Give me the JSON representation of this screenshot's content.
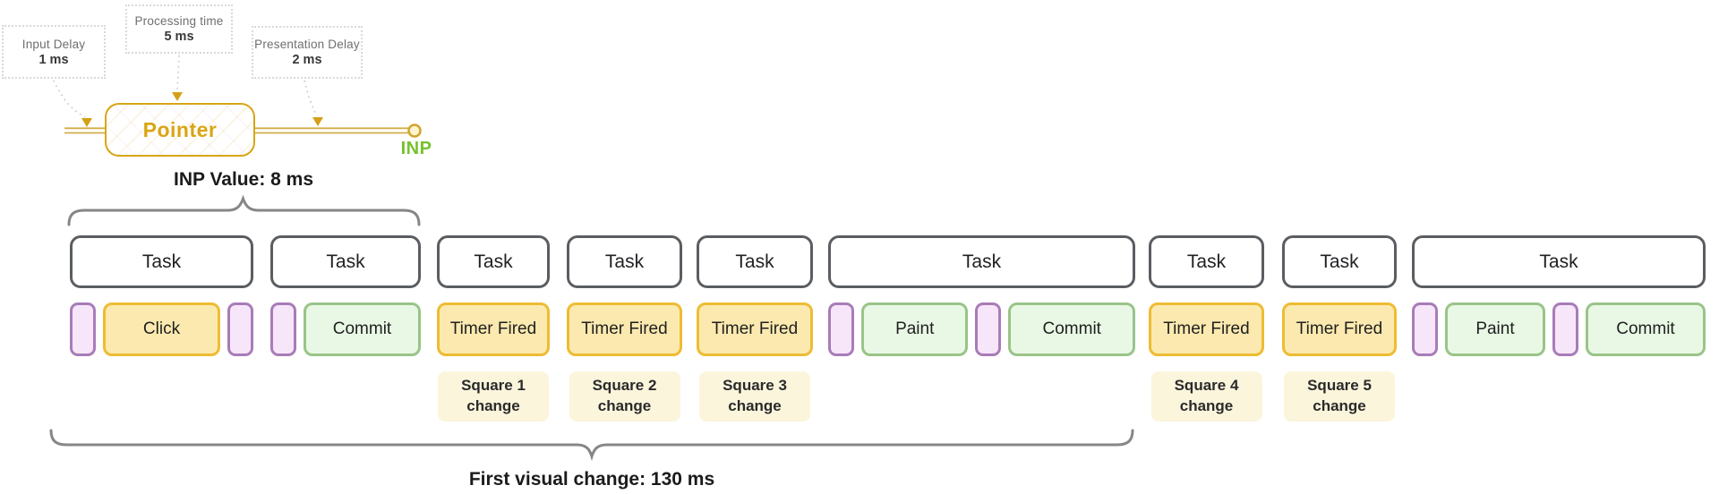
{
  "annotations": {
    "input_delay": {
      "title": "Input Delay",
      "value": "1 ms"
    },
    "processing_time": {
      "title": "Processing time",
      "value": "5 ms"
    },
    "presentation_delay": {
      "title": "Presentation Delay",
      "value": "2 ms"
    }
  },
  "pointer": {
    "label": "Pointer",
    "endpoint_label": "INP"
  },
  "braces": {
    "inp_value_label": "INP Value: 8 ms",
    "first_visual_change_label": "First visual change: 130 ms"
  },
  "tasks": [
    {
      "label": "Task",
      "events": [
        {
          "kind": "frame"
        },
        {
          "kind": "yellow",
          "label": "Click"
        },
        {
          "kind": "frame"
        }
      ]
    },
    {
      "label": "Task",
      "events": [
        {
          "kind": "frame"
        },
        {
          "kind": "green",
          "label": "Commit"
        }
      ]
    },
    {
      "label": "Task",
      "events": [
        {
          "kind": "yellow",
          "label": "Timer Fired"
        }
      ],
      "note": {
        "line1": "Square 1",
        "line2": "change"
      }
    },
    {
      "label": "Task",
      "events": [
        {
          "kind": "yellow",
          "label": "Timer Fired"
        }
      ],
      "note": {
        "line1": "Square 2",
        "line2": "change"
      }
    },
    {
      "label": "Task",
      "events": [
        {
          "kind": "yellow",
          "label": "Timer Fired"
        }
      ],
      "note": {
        "line1": "Square 3",
        "line2": "change"
      }
    },
    {
      "label": "Task",
      "events": [
        {
          "kind": "frame"
        },
        {
          "kind": "green",
          "label": "Paint"
        },
        {
          "kind": "frame"
        },
        {
          "kind": "green",
          "label": "Commit"
        }
      ]
    },
    {
      "label": "Task",
      "events": [
        {
          "kind": "yellow",
          "label": "Timer Fired"
        }
      ],
      "note": {
        "line1": "Square 4",
        "line2": "change"
      }
    },
    {
      "label": "Task",
      "events": [
        {
          "kind": "yellow",
          "label": "Timer Fired"
        }
      ],
      "note": {
        "line1": "Square 5",
        "line2": "change"
      }
    },
    {
      "label": "Task",
      "events": [
        {
          "kind": "frame"
        },
        {
          "kind": "green",
          "label": "Paint"
        },
        {
          "kind": "frame"
        },
        {
          "kind": "green",
          "label": "Commit"
        }
      ]
    }
  ],
  "colors": {
    "task_border": "#5a5d61",
    "yellow_fill": "#fbe9af",
    "yellow_border": "#eebc33",
    "green_fill": "#e9f8e5",
    "green_border": "#99c489",
    "purple_fill": "#f7e6f9",
    "purple_border": "#a87cb8",
    "note_fill": "#fbf5dc",
    "brace": "#868686",
    "pointer_gold": "#d9a515",
    "inp_green": "#76c22e",
    "line_gold": "#d2ae4a"
  }
}
